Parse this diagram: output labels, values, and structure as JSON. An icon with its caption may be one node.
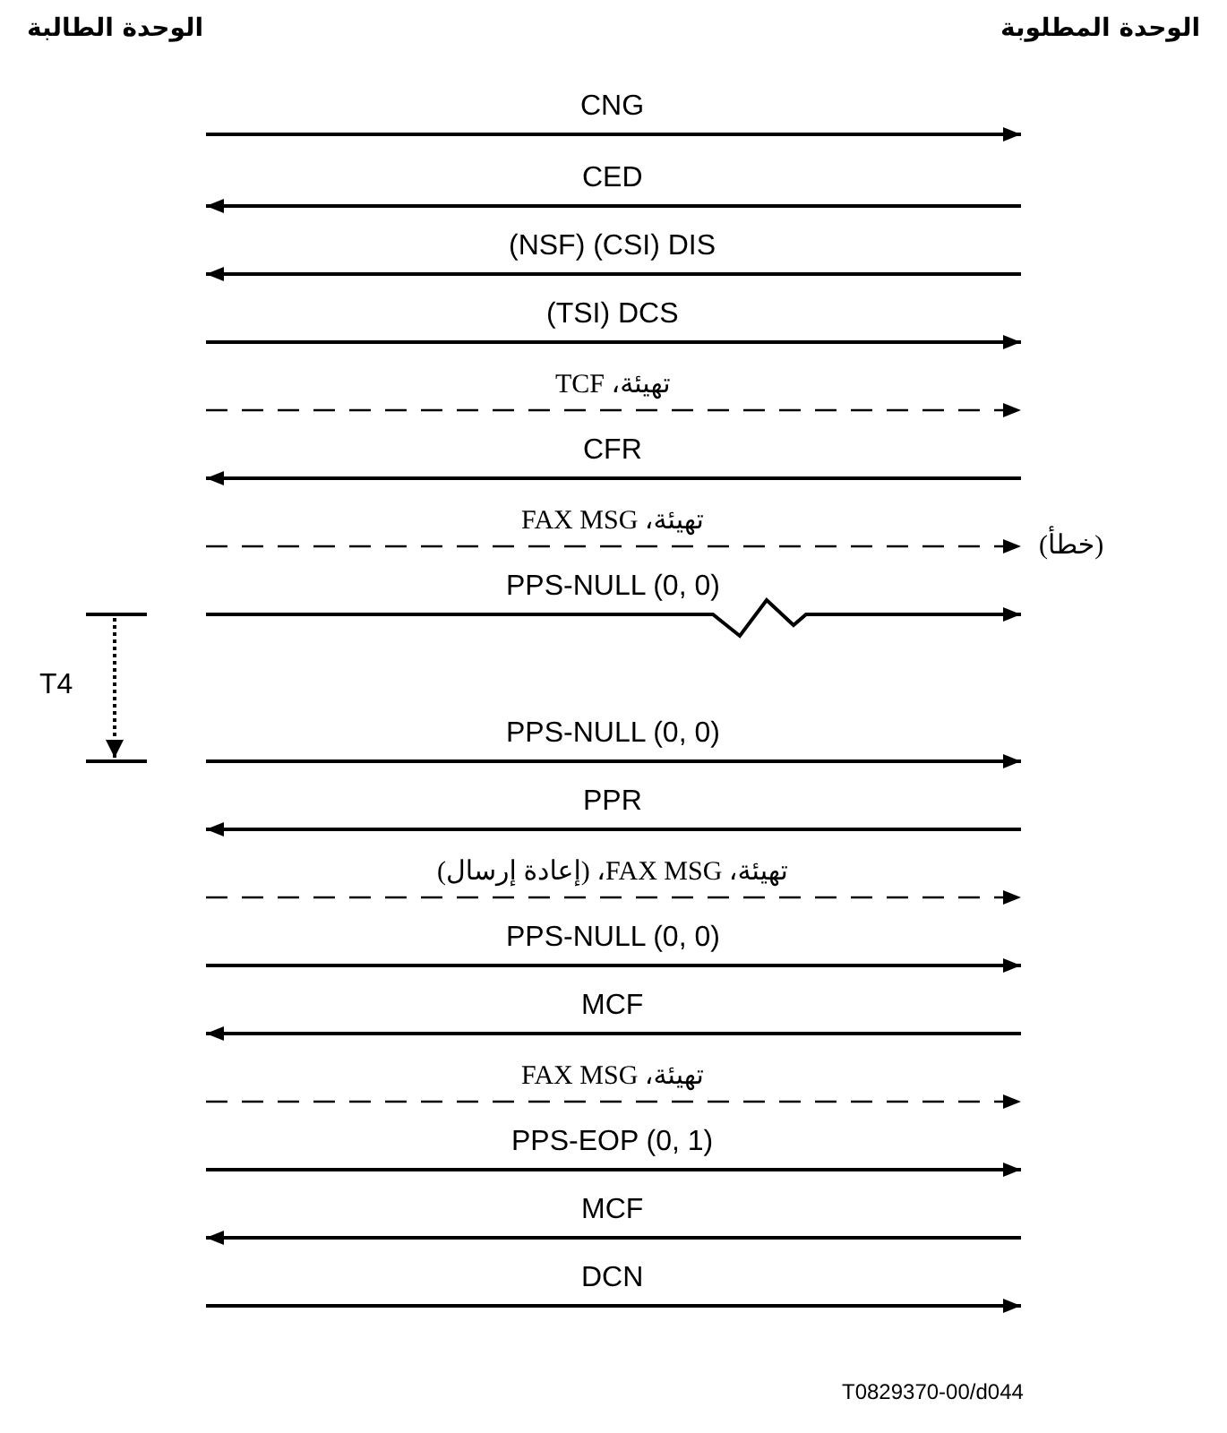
{
  "diagram": {
    "labels": [
      "الوحدة المطلوبة",
      "الوحدة الطالبة",
      "CNG",
      "CED",
      "(NSF) (CSI) DIS",
      "(TSI) DCS",
      "تهيئة، TCF",
      "CFR",
      "تهيئة، FAX MSG",
      "(خطأ)",
      "PPS-NULL (0, 0)",
      "T4",
      "PPS-NULL (0, 0)",
      "PPR",
      "تهيئة، FAX MSG، (إعادة إرسال)",
      "PPS-NULL (0, 0)",
      "MCF",
      "تهيئة، FAX MSG",
      "PPS-EOP (0, 1)",
      "MCF",
      "DCN",
      "T0829370-00/d044"
    ]
  }
}
